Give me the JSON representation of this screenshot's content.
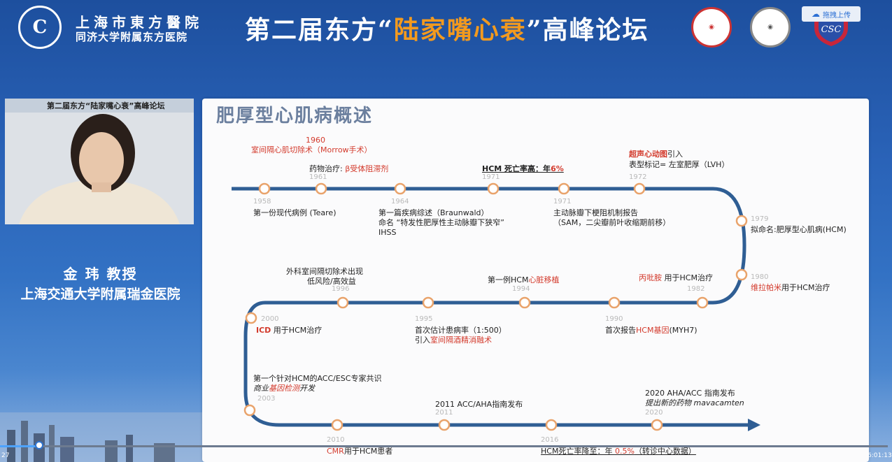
{
  "header": {
    "logo_glyph": "C",
    "hospital_name": "上海市東方醫院",
    "hospital_sub": "同济大学附属东方医院",
    "forum_pre": "第二届东方“",
    "forum_highlight": "陆家嘴心衰",
    "forum_post": "”高峰论坛",
    "upload_label": "拖拽上传"
  },
  "speaker": {
    "video_header": "第二届东方“陆家嘴心衰”高峰论坛",
    "name": "金 玮 教授",
    "org": "上海交通大学附属瑞金医院"
  },
  "slide": {
    "title": "肥厚型心肌病概述"
  },
  "events": [
    {
      "id": "e1960_year",
      "text": "1960"
    },
    {
      "id": "e1960",
      "text": "室间隔心肌切除术（Morrow手术）"
    },
    {
      "id": "e1961_pre",
      "text": "药物治疗: "
    },
    {
      "id": "e1961_red",
      "text": "β受体阻滞剂"
    },
    {
      "id": "e1971_pre",
      "text": "HCM 死亡率高：年"
    },
    {
      "id": "e1971_red",
      "text": "6%"
    },
    {
      "id": "e1972a_red",
      "text": "超声心动图"
    },
    {
      "id": "e1972a_post",
      "text": "引入"
    },
    {
      "id": "e1972b",
      "text": "表型标记= 左室肥厚（LVH）"
    },
    {
      "id": "e1958",
      "text": "第一份现代病例 (Teare)"
    },
    {
      "id": "e1964a",
      "text": "第一篇疾病综述（Braunwald）"
    },
    {
      "id": "e1964b",
      "text": "命名 “特发性肥厚性主动脉瓣下狭窄”"
    },
    {
      "id": "e1964c",
      "text": "IHSS"
    },
    {
      "id": "e1971a",
      "text": "主动脉瓣下梗阻机制报告"
    },
    {
      "id": "e1971b",
      "text": "（SAM，二尖瓣前叶收缩期前移）"
    },
    {
      "id": "e1979",
      "text": "拟命名:肥厚型心肌病(HCM)"
    },
    {
      "id": "e1996a",
      "text": "外科室间隔切除术出现"
    },
    {
      "id": "e1996b",
      "text": "低风险/高效益"
    },
    {
      "id": "e1994_pre",
      "text": "第一例HCM"
    },
    {
      "id": "e1994_red",
      "text": "心脏移植"
    },
    {
      "id": "e1982_red",
      "text": "丙吡胺"
    },
    {
      "id": "e1982_post",
      "text": " 用于HCM治疗"
    },
    {
      "id": "e1980_red",
      "text": "维拉帕米"
    },
    {
      "id": "e1980_post",
      "text": "用于HCM治疗"
    },
    {
      "id": "e2000_red",
      "text": "ICD"
    },
    {
      "id": "e2000_post",
      "text": " 用于HCM治疗"
    },
    {
      "id": "e1995a",
      "text": "首次估计患病率（1:500）"
    },
    {
      "id": "e1995b_pre",
      "text": "引入"
    },
    {
      "id": "e1995b_red",
      "text": "室间隔酒精消融术"
    },
    {
      "id": "e1990_pre",
      "text": "首次报告"
    },
    {
      "id": "e1990_red",
      "text": "HCM基因"
    },
    {
      "id": "e1990_post",
      "text": "(MYH7)"
    },
    {
      "id": "e2003a",
      "text": "第一个针对HCM的ACC/ESC专家共识"
    },
    {
      "id": "e2003b_pre",
      "text": "商业"
    },
    {
      "id": "e2003b_red",
      "text": "基因检测"
    },
    {
      "id": "e2003b_post",
      "text": "开发"
    },
    {
      "id": "e2011",
      "text": "2011 ACC/AHA指南发布"
    },
    {
      "id": "e2020a",
      "text": "2020 AHA/ACC 指南发布"
    },
    {
      "id": "e2020b",
      "text": "提出新的药物 mavacamten"
    },
    {
      "id": "e2010_red",
      "text": "CMR"
    },
    {
      "id": "e2010_post",
      "text": "用于HCM患者"
    },
    {
      "id": "e2016_pre",
      "text": "HCM死亡率降至：年 "
    },
    {
      "id": "e2016_red",
      "text": "0.5%"
    },
    {
      "id": "e2016_post",
      "text": "（转诊中心数据）"
    }
  ],
  "years": [
    "1958",
    "1961",
    "1964",
    "1971",
    "1971",
    "1972",
    "1979",
    "1980",
    "1982",
    "1990",
    "1994",
    "1995",
    "1996",
    "2000",
    "2003",
    "2010",
    "2011",
    "2016",
    "2020"
  ],
  "player": {
    "time_left": "27",
    "time_right": "6:01:13",
    "progress_fraction": 0.044
  },
  "colors": {
    "accent_red": "#d33a2c",
    "timeline_blue": "#2f5e94",
    "node_orange": "#e9a36b",
    "forum_highlight": "#f39a1e"
  },
  "icons": [
    "hospital-logo-icon",
    "association-seal-icon",
    "csc-shield-icon",
    "cloud-upload-icon"
  ]
}
